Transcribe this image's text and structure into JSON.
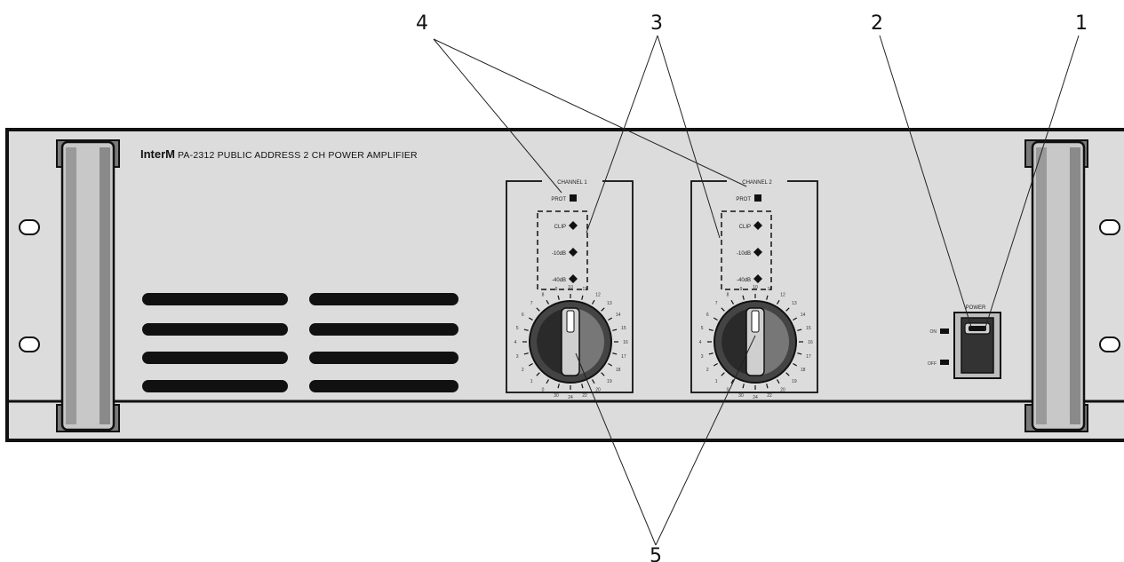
{
  "device": {
    "brand": "InterM",
    "model_text": "PA-2312  PUBLIC ADDRESS 2 CH POWER AMPLIFIER"
  },
  "channels": [
    {
      "label": "CHANNEL 1",
      "prot_label": "PROT",
      "meter_labels": [
        "CLIP",
        "-10dB",
        "-40dB"
      ]
    },
    {
      "label": "CHANNEL 2",
      "prot_label": "PROT",
      "meter_labels": [
        "CLIP",
        "-10dB",
        "-40dB"
      ]
    }
  ],
  "knob_scale": [
    "10",
    "11",
    "12",
    "13",
    "14",
    "15",
    "16",
    "17",
    "18",
    "19",
    "20",
    "22",
    "24",
    "30",
    "0",
    "1",
    "2",
    "3",
    "4",
    "5",
    "6",
    "7",
    "8",
    "9"
  ],
  "power": {
    "label": "POWER",
    "on_label": "ON",
    "off_label": "OFF"
  },
  "callouts": [
    {
      "number": "1"
    },
    {
      "number": "2"
    },
    {
      "number": "3"
    },
    {
      "number": "4"
    },
    {
      "number": "5"
    }
  ],
  "colors": {
    "panel": "#dcdcdc",
    "bezel": "#111111",
    "handle": "#c8c8c8",
    "vent": "#111111"
  }
}
